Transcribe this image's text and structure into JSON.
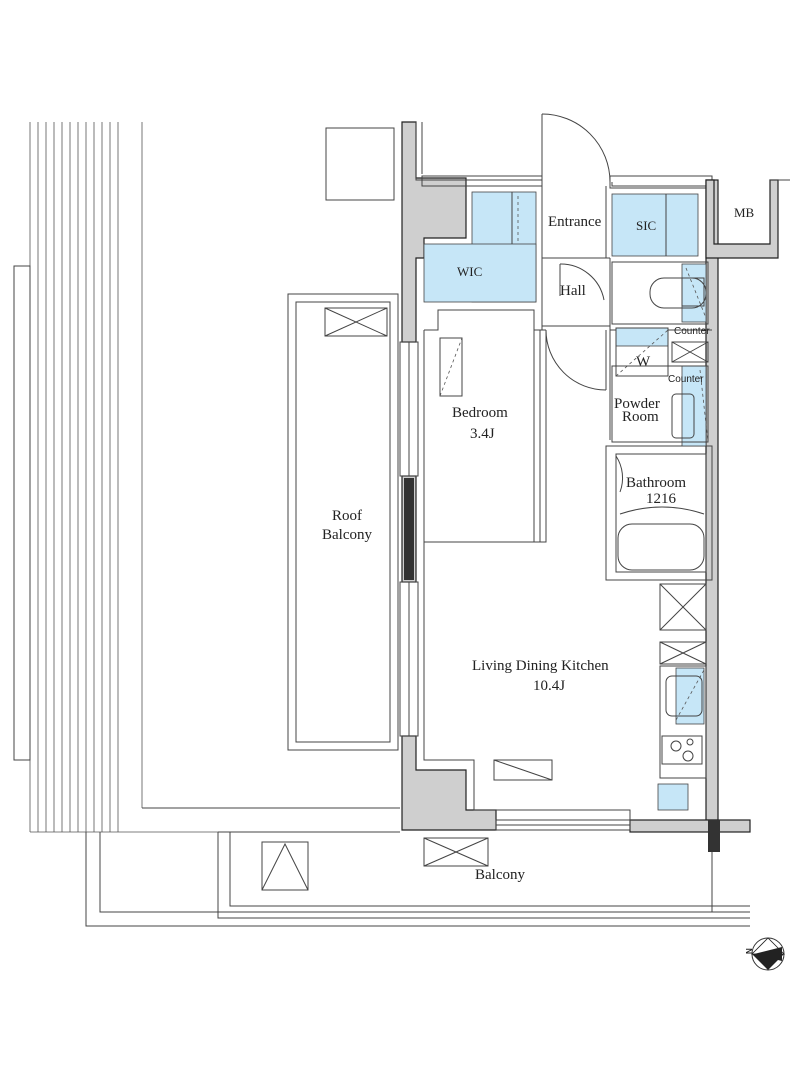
{
  "rooms": {
    "wic": "WIC",
    "entrance": "Entrance",
    "sic": "SIC",
    "mb": "MB",
    "hall": "Hall",
    "counter_upper": "Counter",
    "washer": "W",
    "counter_lower": "Counter",
    "powder_line1": "Powder",
    "powder_line2": "Room",
    "bedroom": "Bedroom",
    "bedroom_size": "3.4J",
    "bathroom": "Bathroom",
    "bathroom_size": "1216",
    "roof_balcony_line1": "Roof",
    "roof_balcony_line2": "Balcony",
    "ldk": "Living Dining Kitchen",
    "ldk_size": "10.4J",
    "balcony": "Balcony"
  },
  "compass": {
    "north_letter": "N"
  },
  "colors": {
    "storage_fill": "#c6e6f7",
    "wall_fill": "#cfcfcf",
    "wall_stroke": "#222222"
  }
}
